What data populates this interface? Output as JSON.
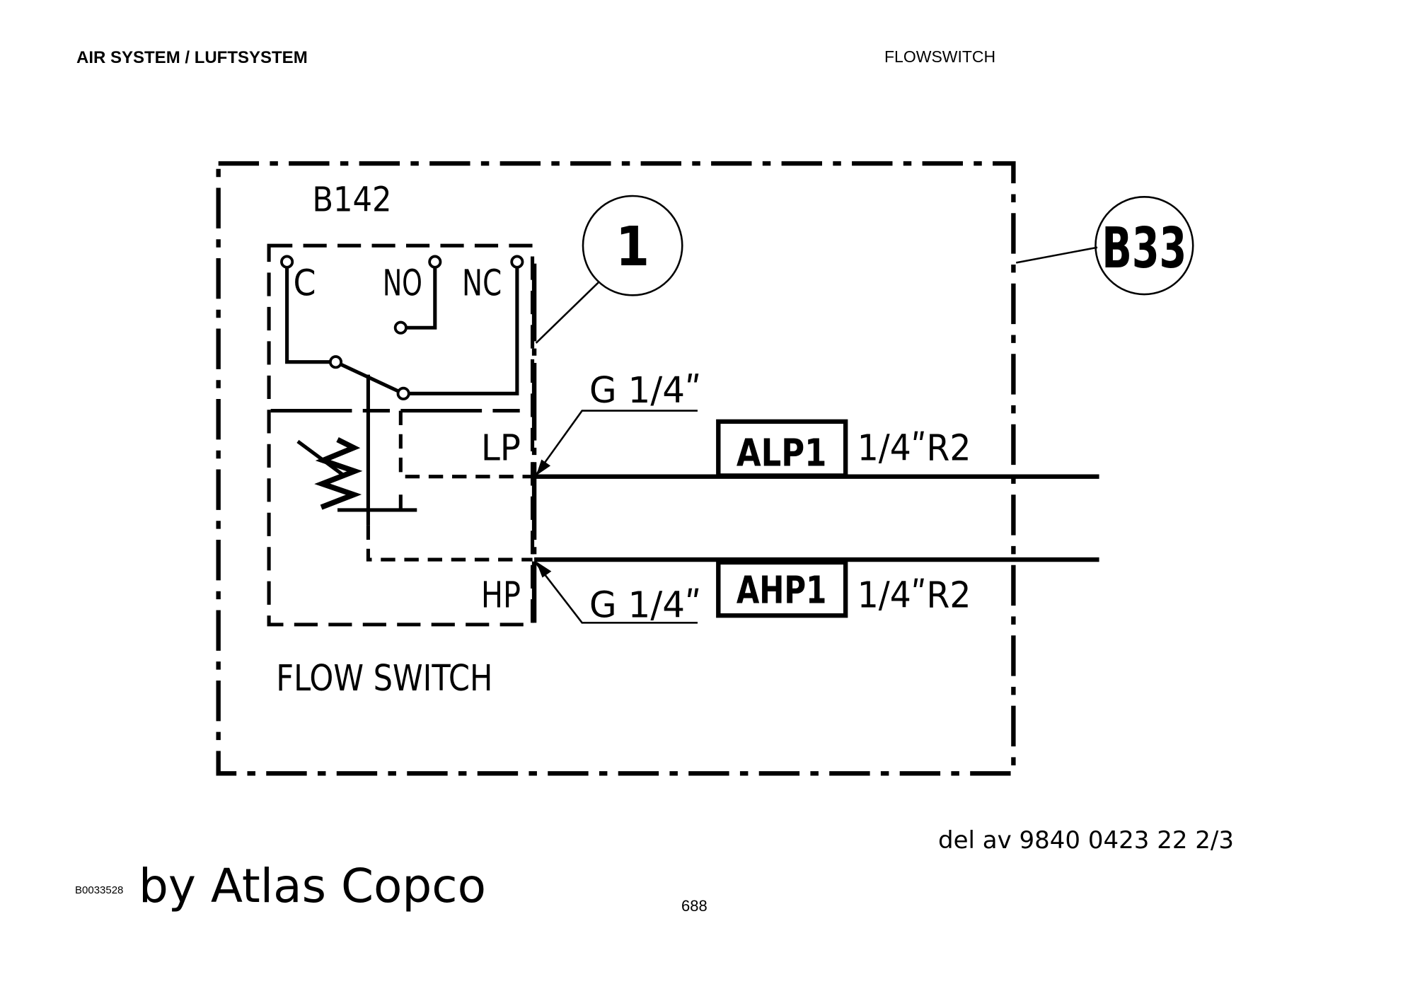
{
  "header": {
    "section_title": "AIR SYSTEM / LUFTSYSTEM",
    "page_topic": "FLOWSWITCH"
  },
  "diagram": {
    "component_id": "B142",
    "component_label": "FLOW SWITCH",
    "terminals": {
      "common": "C",
      "normally_open": "NO",
      "normally_closed": "NC"
    },
    "ports": {
      "low_pressure": "LP",
      "high_pressure": "HP"
    },
    "connections": {
      "lp_thread": "G 1/4ʺ",
      "hp_thread": "G 1/4ʺ",
      "lp_pipe_label": "ALP1",
      "hp_pipe_label": "AHP1",
      "lp_pipe_size": "1/4ʺR2",
      "hp_pipe_size": "1/4ʺR2"
    },
    "item_callout": "1",
    "assembly_callout": "B33"
  },
  "footer": {
    "document_reference": "del av 9840 0423 22 2/3",
    "drawing_id": "B0033528",
    "credit": "by Atlas Copco",
    "page_number": "688"
  }
}
